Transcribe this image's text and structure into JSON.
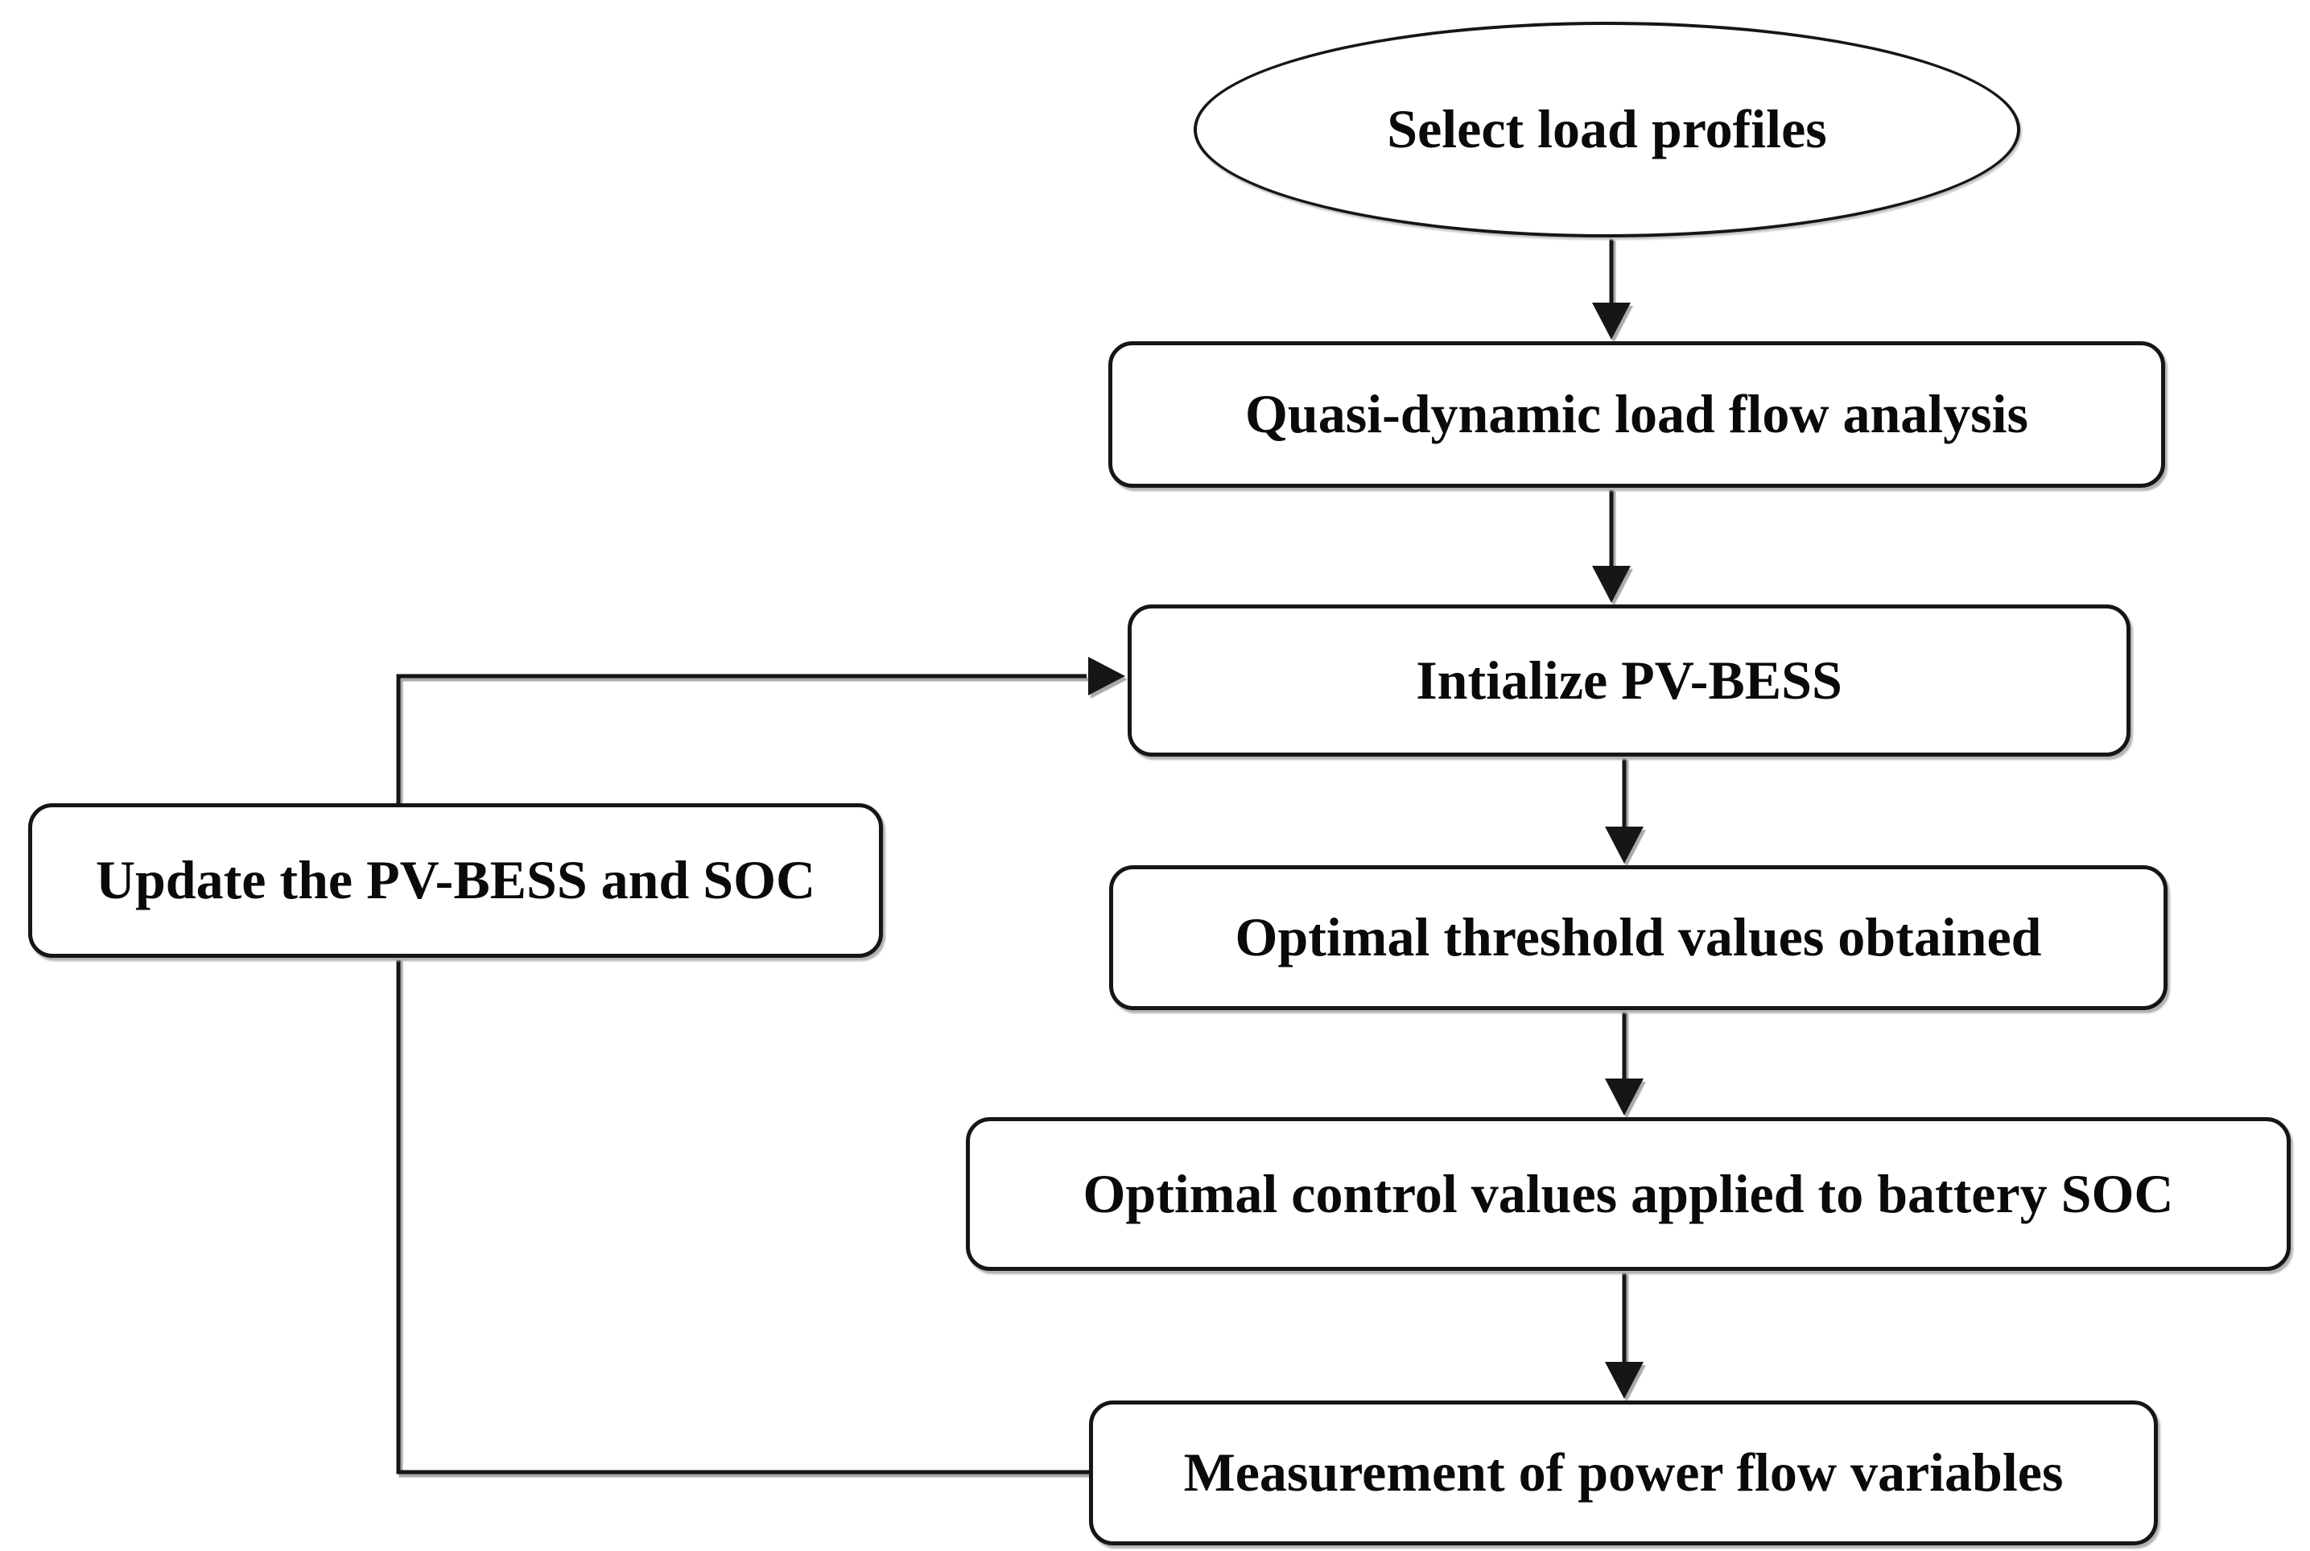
{
  "diagram": {
    "type": "flowchart",
    "background_color": "#ffffff",
    "colors": {
      "node_fill": "#ffffff",
      "node_border": "#161616",
      "connector": "#141414",
      "text": "#0a0a0a",
      "shadow": "#b3b3b3"
    },
    "nodes": {
      "start": {
        "shape": "ellipse",
        "label": "Select load profiles"
      },
      "quasi": {
        "shape": "rounded-rectangle",
        "label": "Quasi-dynamic load flow analysis"
      },
      "initialize": {
        "shape": "rounded-rectangle",
        "label": "Intialize PV-BESS"
      },
      "threshold": {
        "shape": "rounded-rectangle",
        "label": "Optimal threshold values obtained"
      },
      "control": {
        "shape": "rounded-rectangle",
        "label": "Optimal control values applied to battery SOC"
      },
      "measurement": {
        "shape": "rounded-rectangle",
        "label": "Measurement of power flow variables"
      },
      "update": {
        "shape": "rounded-rectangle",
        "label": "Update the PV-BESS and SOC"
      }
    },
    "edges": [
      {
        "from": "Select load profiles",
        "to": "Quasi-dynamic load flow analysis",
        "style": "straight-down-arrow"
      },
      {
        "from": "Quasi-dynamic load flow analysis",
        "to": "Intialize PV-BESS",
        "style": "straight-down-arrow"
      },
      {
        "from": "Intialize PV-BESS",
        "to": "Optimal threshold values obtained",
        "style": "straight-down-arrow"
      },
      {
        "from": "Optimal threshold values obtained",
        "to": "Optimal control values applied to battery SOC",
        "style": "straight-down-arrow"
      },
      {
        "from": "Optimal control values applied to battery SOC",
        "to": "Measurement of power flow variables",
        "style": "straight-down-arrow"
      },
      {
        "from": "Measurement of power flow variables",
        "to": "Intialize PV-BESS",
        "style": "feedback-left-up-right-arrow",
        "passes_behind": "Update the PV-BESS and SOC"
      }
    ]
  }
}
